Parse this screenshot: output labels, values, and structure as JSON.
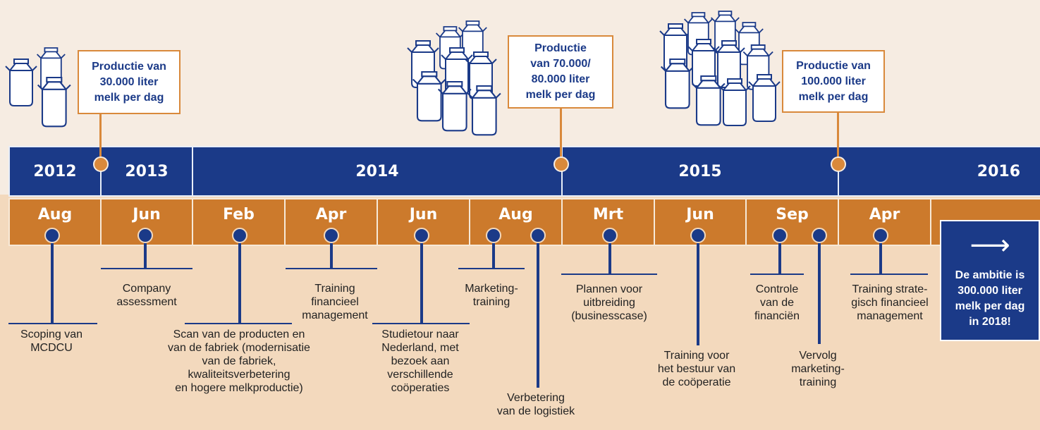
{
  "colors": {
    "navy": "#1b3a88",
    "orange": "#cc7a2c",
    "orange_light": "#d9893b",
    "bg_top": "#f6ece2",
    "bg_bottom": "#f3d9bd"
  },
  "years": [
    "2012",
    "2013",
    "2014",
    "2015",
    "2016"
  ],
  "months": [
    "Aug",
    "Jun",
    "Feb",
    "Apr",
    "Jun",
    "Aug",
    "Mrt",
    "Jun",
    "Sep",
    "Apr"
  ],
  "production": [
    {
      "text": "Productie van\n30.000 liter\nmelk per dag",
      "icon": "milk-cans-icon"
    },
    {
      "text": "Productie\nvan 70.000/\n80.000 liter\nmelk per dag",
      "icon": "milk-cans-icon"
    },
    {
      "text": "Productie van\n100.000 liter\nmelk per dag",
      "icon": "milk-cans-icon"
    }
  ],
  "events": [
    "Scoping van\nMCDCU",
    "Company\nassessment",
    "Scan van de producten en\nvan de fabriek (modernisatie\nvan de fabriek,\nkwaliteitsverbetering\nen hogere melkproductie)",
    "Training\nfinancieel\nmanagement",
    "Studietour naar\nNederland, met\nbezoek aan\nverschillende\ncoöperaties",
    "Marketing-\ntraining",
    "Verbetering\nvan de logistiek",
    "Plannen voor\nuitbreiding\n(businesscase)",
    "Training voor\nhet bestuur van\nde coöperatie",
    "Controle\nvan de\nfinanciën",
    "Vervolg\nmarketing-\ntraining",
    "Training strate-\ngisch financieel\nmanagement"
  ],
  "ambition": {
    "arrow_icon": "arrow-right-icon",
    "text": "De ambitie is\n300.000 liter\nmelk per dag\nin 2018!"
  }
}
